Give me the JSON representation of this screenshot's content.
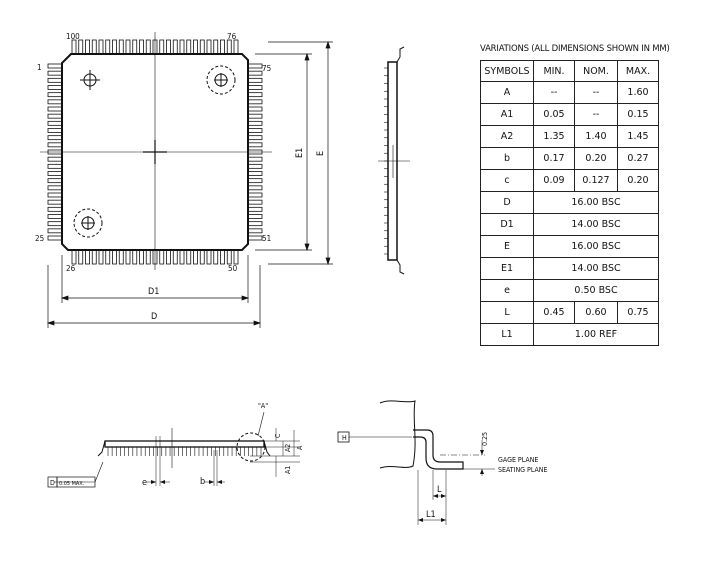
{
  "table": {
    "title": "VARIATIONS (ALL DIMENSIONS SHOWN IN MM)",
    "headers": [
      "SYMBOLS",
      "MIN.",
      "NOM.",
      "MAX."
    ],
    "rows": [
      [
        "A",
        "--",
        "--",
        "1.60"
      ],
      [
        "A1",
        "0.05",
        "--",
        "0.15"
      ],
      [
        "A2",
        "1.35",
        "1.40",
        "1.45"
      ],
      [
        "b",
        "0.17",
        "0.20",
        "0.27"
      ],
      [
        "c",
        "0.09",
        "0.127",
        "0.20"
      ],
      [
        "D",
        "16.00 BSC"
      ],
      [
        "D1",
        "14.00 BSC"
      ],
      [
        "E",
        "16.00 BSC"
      ],
      [
        "E1",
        "14.00 BSC"
      ],
      [
        "e",
        "0.50 BSC"
      ],
      [
        "L",
        "0.45",
        "0.60",
        "0.75"
      ],
      [
        "L1",
        "1.00 REF"
      ]
    ]
  },
  "top_view": {
    "pin_labels": {
      "p100": "100",
      "p76": "76",
      "p1": "1",
      "p75": "75",
      "p25": "25",
      "p51": "51",
      "p26": "26",
      "p50": "50"
    },
    "dims": {
      "d1": "D1",
      "d": "D",
      "e1": "E1",
      "e": "E"
    }
  },
  "side_view": {
    "labels": {
      "detail": "\"A\"",
      "c": "C",
      "a2": "A2",
      "a": "A",
      "a1": "A1",
      "e": "e",
      "b": "b",
      "flatness_d": "D",
      "flatness_val": "0.05 MAX."
    }
  },
  "detail_view": {
    "labels": {
      "h": "H",
      "dim_025": "0.25",
      "gage": "GAGE PLANE",
      "seating": "SEATING PLANE",
      "l": "L",
      "l1": "L1"
    }
  }
}
